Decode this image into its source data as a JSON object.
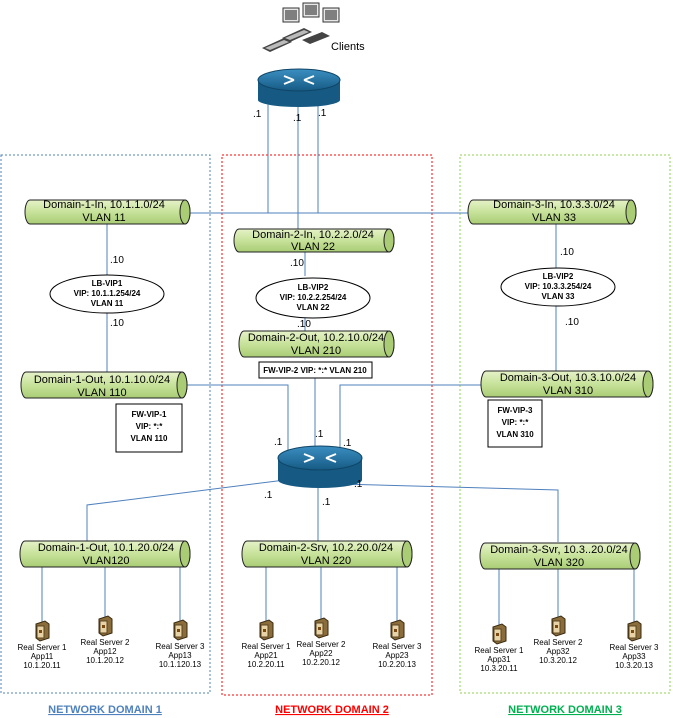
{
  "clients_label": "Clients",
  "domains": [
    {
      "footer": "NETWORK DOMAIN 1",
      "footer_color": "#4f81bd",
      "border_color": "#4f81bd",
      "in": {
        "label": "Domain-1-In, 10.1.1.0/24",
        "vlan": "VLAN 11"
      },
      "lb": {
        "name": "LB-VIP1",
        "vip": "VIP: 10.1.1.254/24",
        "vlan": "VLAN 11"
      },
      "out": {
        "label": "Domain-1-Out, 10.1.10.0/24",
        "vlan": "VLAN 110"
      },
      "fw": {
        "name": "FW-VIP-1",
        "vip": "VIP: *:*",
        "vlan": "VLAN 110"
      },
      "srv": {
        "label": "Domain-1-Out, 10.1.20.0/24",
        "vlan": "VLAN120"
      },
      "servers": [
        {
          "name": "Real Server 1",
          "app": "App11",
          "ip": "10.1.20.11"
        },
        {
          "name": "Real Server 2",
          "app": "App12",
          "ip": "10.1.20.12"
        },
        {
          "name": "Real Server 3",
          "app": "App13",
          "ip": "10.1.120.13"
        }
      ]
    },
    {
      "footer": "NETWORK DOMAIN 2",
      "footer_color": "#ff0000",
      "border_color": "#ff0000",
      "in": {
        "label": "Domain-2-In, 10.2.2.0/24",
        "vlan": "VLAN 22"
      },
      "lb": {
        "name": "LB-VIP2",
        "vip": "VIP: 10.2.2.254/24",
        "vlan": "VLAN 22"
      },
      "out": {
        "label": "Domain-2-Out, 10.2.10.0/24",
        "vlan": "VLAN 210"
      },
      "fw": {
        "text": "FW-VIP-2 VIP: *:* VLAN 210"
      },
      "srv": {
        "label": "Domain-2-Srv, 10.2.20.0/24",
        "vlan": "VLAN 220"
      },
      "servers": [
        {
          "name": "Real Server 1",
          "app": "App21",
          "ip": "10.2.20.11"
        },
        {
          "name": "Real Server 2",
          "app": "App22",
          "ip": "10.2.20.12"
        },
        {
          "name": "Real Server 3",
          "app": "App23",
          "ip": "10.2.20.13"
        }
      ]
    },
    {
      "footer": "NETWORK DOMAIN 3",
      "footer_color": "#00b050",
      "border_color": "#92d050",
      "in": {
        "label": "Domain-3-In, 10.3.3.0/24",
        "vlan": "VLAN 33"
      },
      "lb": {
        "name": "LB-VIP2",
        "vip": "VIP: 10.3.3.254/24",
        "vlan": "VLAN 33"
      },
      "out": {
        "label": "Domain-3-Out, 10.3.10.0/24",
        "vlan": "VLAN 310"
      },
      "fw": {
        "name": "FW-VIP-3",
        "vip": "VIP: *:*",
        "vlan": "VLAN 310"
      },
      "srv": {
        "label": "Domain-3-Svr, 10.3..20.0/24",
        "vlan": "VLAN 320"
      },
      "servers": [
        {
          "name": "Real Server 1",
          "app": "App31",
          "ip": "10.3.20.11"
        },
        {
          "name": "Real Server 2",
          "app": "App32",
          "ip": "10.3.20.12"
        },
        {
          "name": "Real Server 3",
          "app": "App33",
          "ip": "10.3.20.13"
        }
      ]
    }
  ],
  "ip_labels": {
    "top_router": [
      ".1",
      ".1",
      ".1"
    ],
    "lb_in": [
      ".10",
      ".10",
      ".10"
    ],
    "lb_out": [
      ".10",
      ".10",
      ".10"
    ],
    "bottom_router": [
      ".1",
      ".1",
      ".1",
      ".1",
      ".1",
      ".1"
    ]
  },
  "colors": {
    "pipe_fill": "#cfe6a3",
    "router_fill": "#1f6f9f",
    "link": "#4f81bd"
  }
}
